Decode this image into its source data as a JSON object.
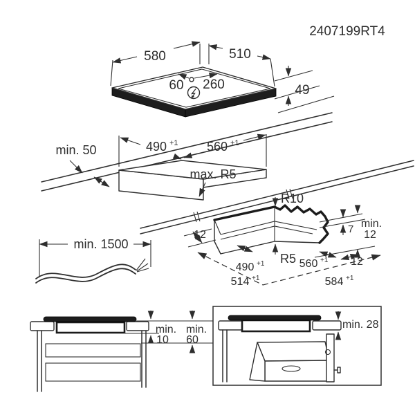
{
  "title_code": "2407199RT4",
  "colors": {
    "ink": "#2e2e2e",
    "dark_fill": "#1d1d1d",
    "background": "#ffffff"
  },
  "hob": {
    "width": "580",
    "depth": "510",
    "conn_left": "60",
    "conn_right": "260",
    "height": "49",
    "power_icon": "lightning-in-circle"
  },
  "cutout": {
    "clearance": "min. 50",
    "depth": "490",
    "depth_tol": "+1",
    "width": "560",
    "width_tol": "+1",
    "radius": "max. R5"
  },
  "corner": {
    "radius_top": "R10",
    "radius_bottom": "R5",
    "offset_left": "12",
    "thickness": "7",
    "min_label": "min.",
    "min_value": "12",
    "offset_right": "12",
    "inner_depth": "490",
    "inner_depth_tol": "+1",
    "inner_width": "560",
    "inner_width_tol": "+1",
    "outer_depth": "514",
    "outer_depth_tol": "+1",
    "outer_width": "584",
    "outer_width_tol": "+1"
  },
  "cable": {
    "length": "min. 1500"
  },
  "cabinet": {
    "min_label_1": "min.",
    "value_1": "10",
    "min_label_2": "min.",
    "value_2": "60"
  },
  "oven": {
    "clearance": "min. 28"
  }
}
